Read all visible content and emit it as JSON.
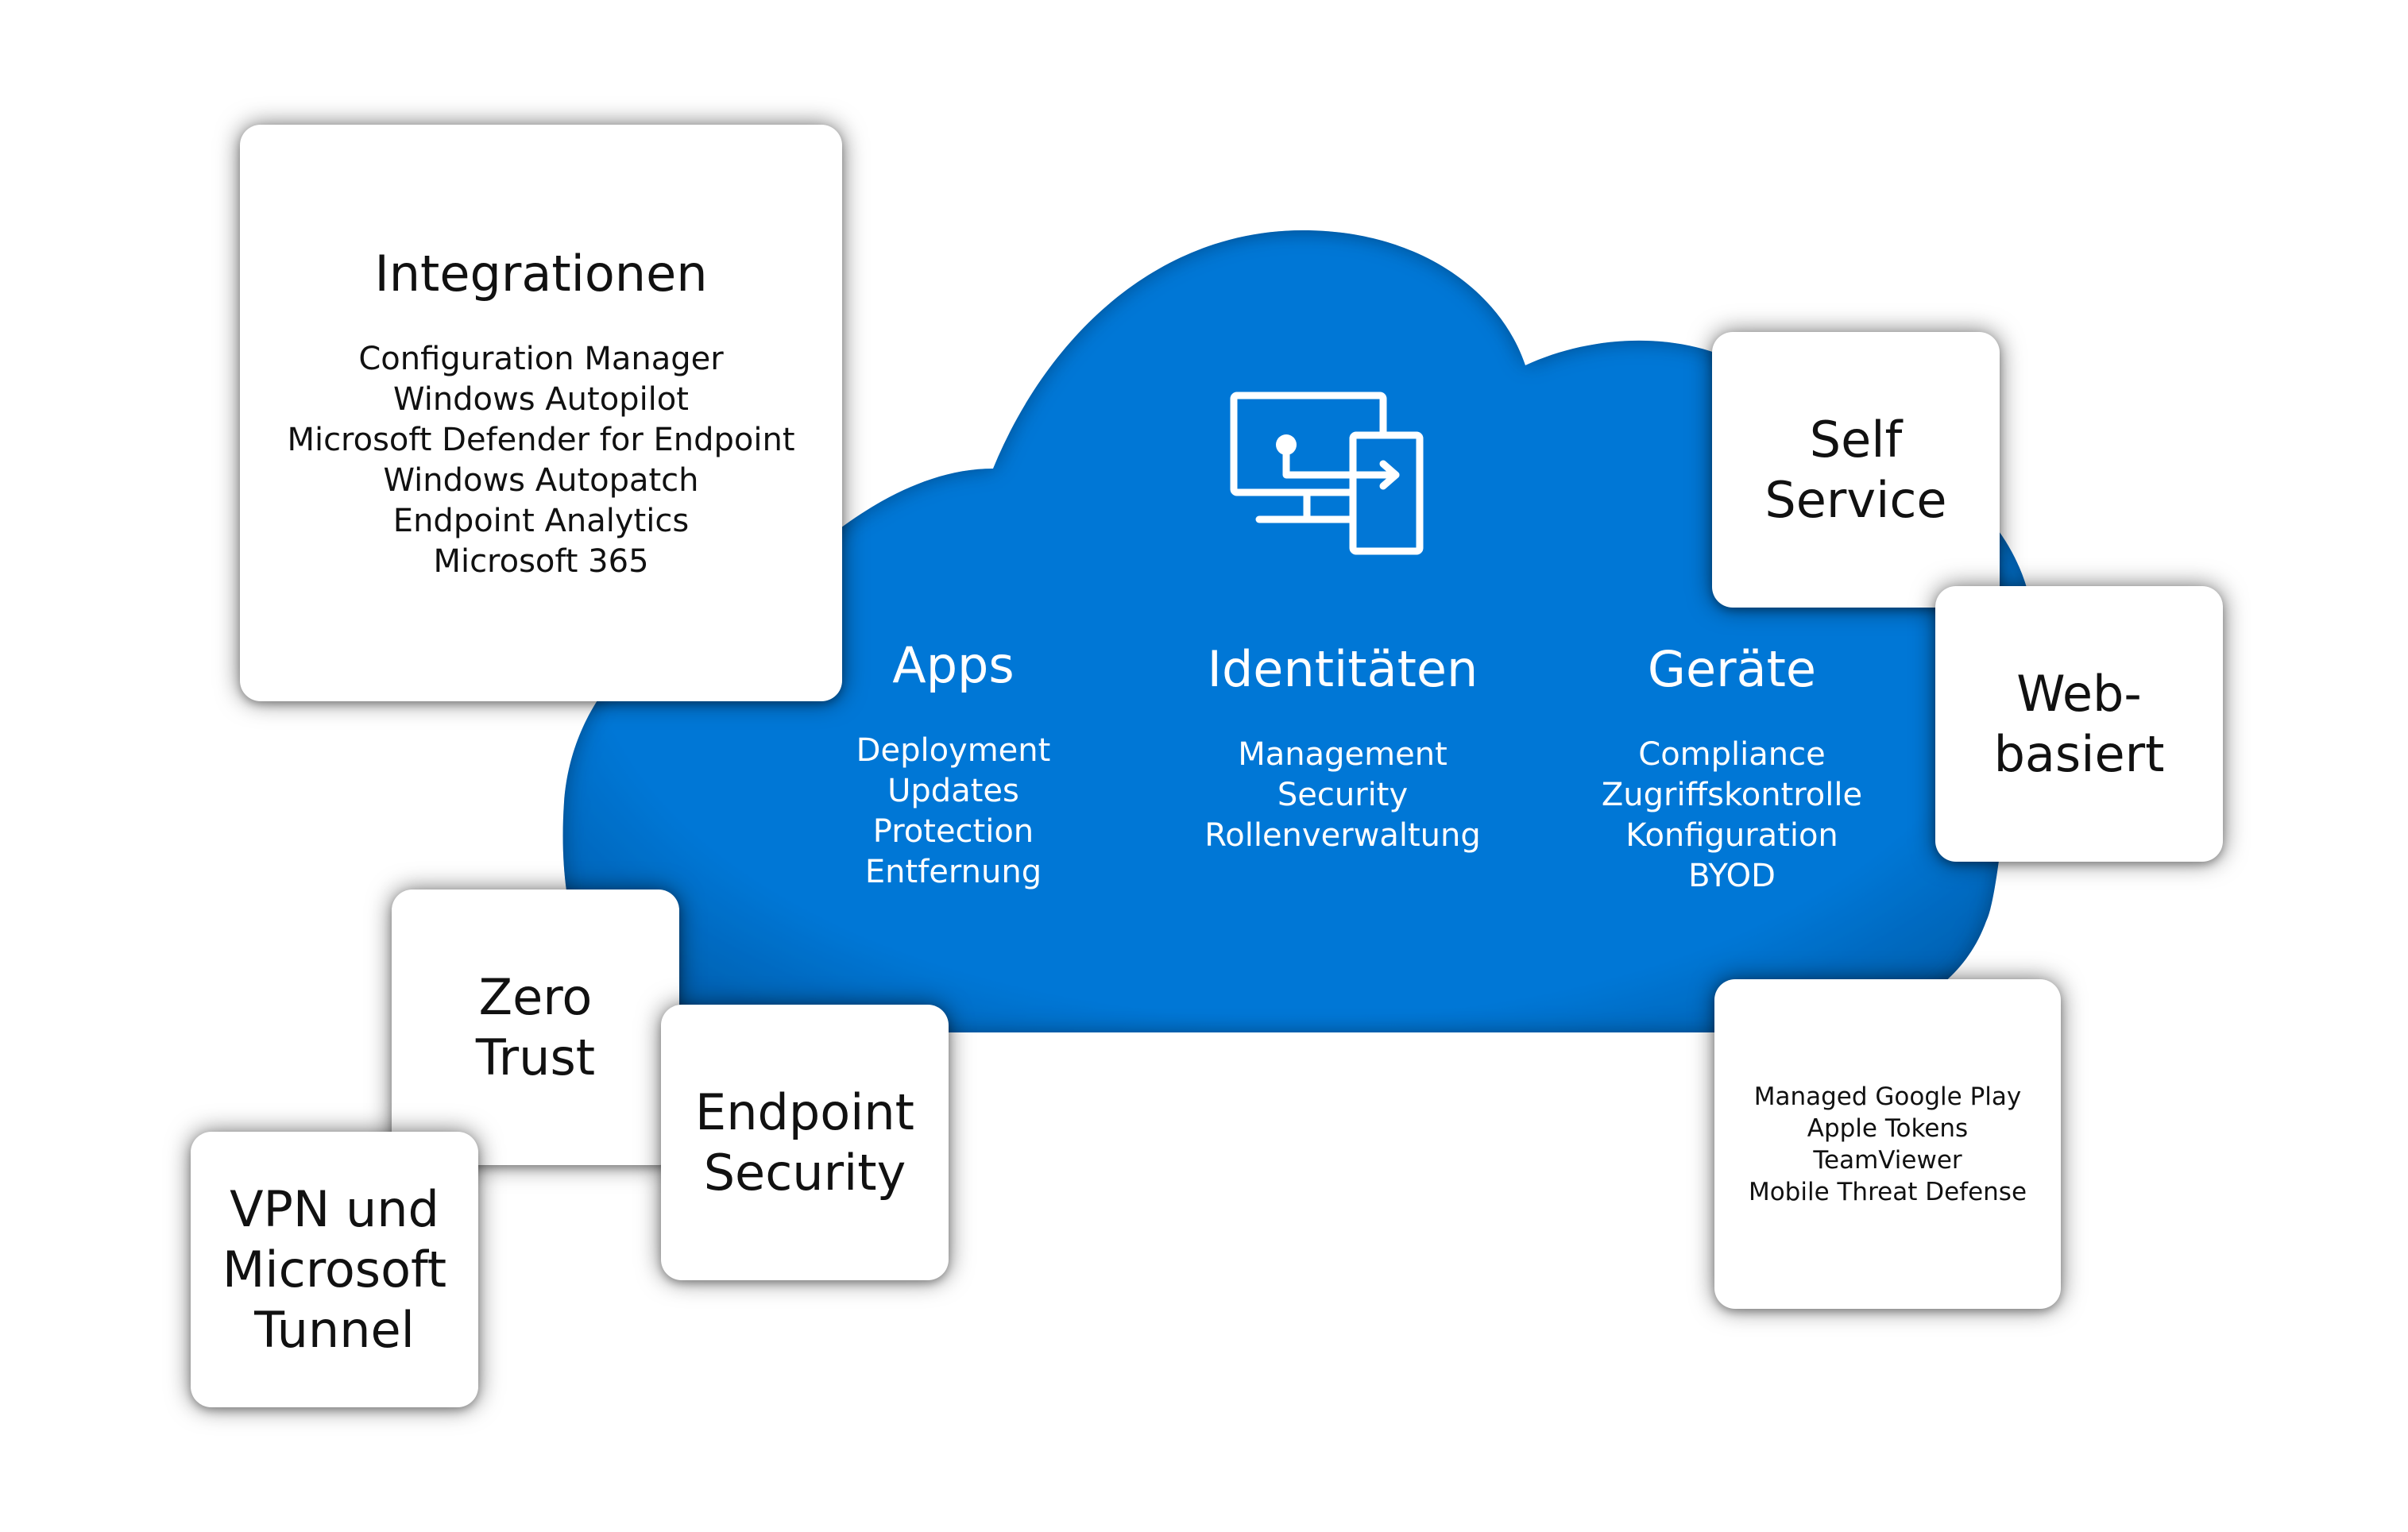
{
  "colors": {
    "cloud": "#0277d6",
    "cloud_edge": "#01579e",
    "card_bg": "#ffffff",
    "text": "#111111"
  },
  "cloud": {
    "icon": "monitor-transfer-icon",
    "columns": [
      {
        "title": "Apps",
        "items": [
          "Deployment",
          "Updates",
          "Protection",
          "Entfernung"
        ]
      },
      {
        "title": "Identitäten",
        "items": [
          "Management",
          "Security",
          "Rollenverwaltung"
        ]
      },
      {
        "title": "Geräte",
        "items": [
          "Compliance",
          "Zugriffskontrolle",
          "Konfiguration",
          "BYOD"
        ]
      }
    ]
  },
  "cards": {
    "integrationen": {
      "title": "Integrationen",
      "items": [
        "Configuration Manager",
        "Windows Autopilot",
        "Microsoft Defender for Endpoint",
        "Windows Autopatch",
        "Endpoint Analytics",
        "Microsoft 365"
      ]
    },
    "self_service": {
      "lines": [
        "Self",
        "Service"
      ]
    },
    "web_basiert": {
      "lines": [
        "Web-",
        "basiert"
      ]
    },
    "partners": {
      "items": [
        "Managed Google Play",
        "Apple Tokens",
        "TeamViewer",
        "Mobile Threat Defense"
      ]
    },
    "zero_trust": {
      "lines": [
        "Zero",
        "Trust"
      ]
    },
    "endpoint_security": {
      "lines": [
        "Endpoint",
        "Security"
      ]
    },
    "vpn": {
      "lines": [
        "VPN und",
        "Microsoft",
        "Tunnel"
      ]
    }
  }
}
